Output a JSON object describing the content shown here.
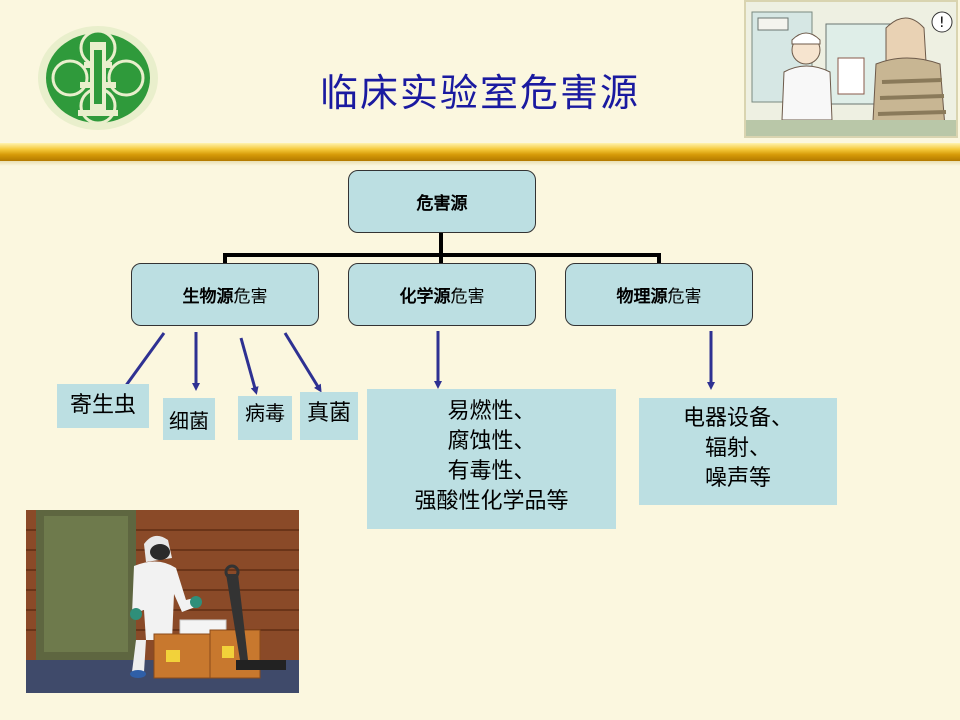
{
  "slide": {
    "title": "临床实验室危害源"
  },
  "chart": {
    "root": {
      "label": "危害源"
    },
    "categories": [
      {
        "bold": "生物源",
        "normal": "危害"
      },
      {
        "bold": "化学源",
        "normal": "危害"
      },
      {
        "bold": "物理源",
        "normal": "危害"
      }
    ],
    "biological": [
      "寄生虫",
      "细菌",
      "病毒",
      "真菌"
    ],
    "chemical": [
      "易燃性、",
      "腐蚀性、",
      "有毒性、",
      "强酸性化学品等"
    ],
    "physical": [
      "电器设备、",
      "辐射、",
      "噪声等"
    ]
  },
  "colors": {
    "title": "#1a1aa0",
    "box_fill": "#bcdfe2",
    "arrow": "#2e3192",
    "background": "#fbf7df",
    "divider": "#d69a08"
  },
  "icons": {
    "logo": "hospital-emblem-icon",
    "top_photo": "doctor-patient-cartoon",
    "bottom_photo": "hazmat-worker-photo"
  }
}
